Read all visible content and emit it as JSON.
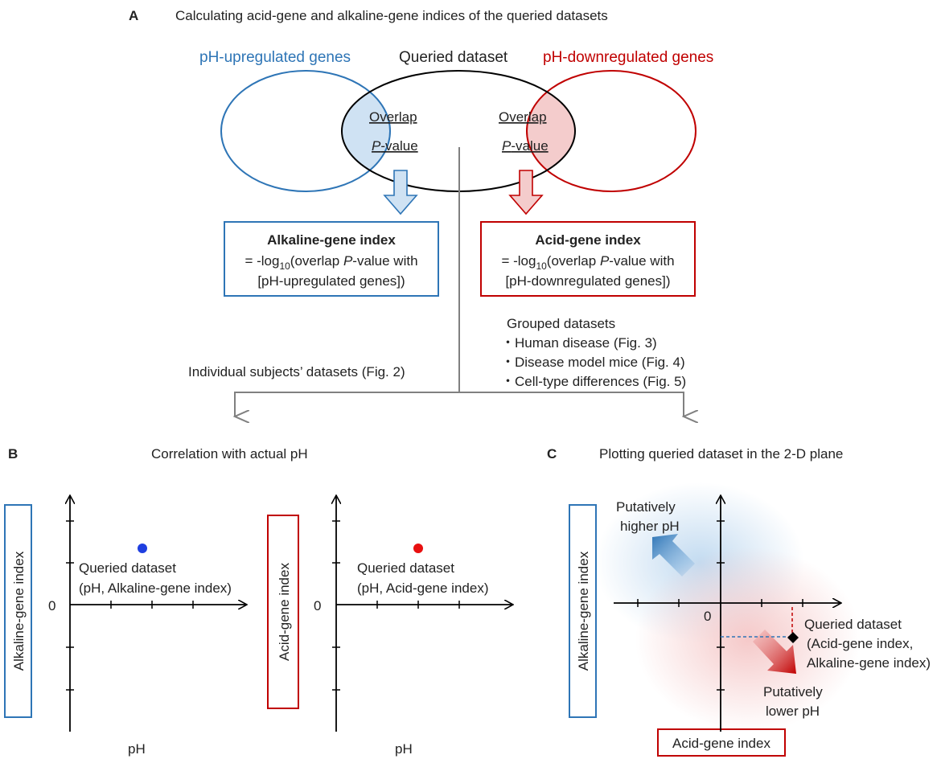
{
  "panel_a": {
    "letter": "A",
    "title": "Calculating acid-gene and alkaline-gene indices of the queried datasets",
    "left_set_label": "pH-upregulated genes",
    "center_set_label": "Queried  dataset",
    "right_set_label": "pH-downregulated genes",
    "overlap_line1": "Overlap",
    "overlap_line2_italic": "P",
    "overlap_line2_rest": "-value",
    "alkaline_box": {
      "title": "Alkaline-gene index",
      "eq_prefix": "= -log",
      "eq_sub": "10",
      "eq_mid": "(overlap ",
      "eq_italic": "P",
      "eq_suffix": "-value with",
      "line3": "[pH-upregulated genes])"
    },
    "acid_box": {
      "title": "Acid-gene index",
      "eq_prefix": "= -log",
      "eq_sub": "10",
      "eq_mid": "(overlap ",
      "eq_italic": "P",
      "eq_suffix": "-value with",
      "line3": "[pH-downregulated genes])"
    },
    "grouped_title": "Grouped datasets",
    "grouped_items": [
      "・Human disease (Fig. 3)",
      "・Disease model mice (Fig. 4)",
      "・Cell-type differences (Fig. 5)"
    ],
    "individual_label": "Individual subjects’ datasets (Fig. 2)"
  },
  "panel_b": {
    "letter": "B",
    "title": "Correlation with actual pH",
    "left_plot": {
      "ylabel": "Alkaline-gene index",
      "xlabel": "pH",
      "zero_label": "0",
      "point_label_1": "Queried dataset",
      "point_label_2": "(pH, Alkaline-gene index)",
      "point_color": "#1f3fe0"
    },
    "right_plot": {
      "ylabel": "Acid-gene index",
      "xlabel": "pH",
      "zero_label": "0",
      "point_label_1": "Queried dataset",
      "point_label_2": "(pH, Acid-gene index)",
      "point_color": "#e81010"
    }
  },
  "panel_c": {
    "letter": "C",
    "title": "Plotting queried dataset in the 2-D plane",
    "ylabel": "Alkaline-gene index",
    "xlabel": "Acid-gene index",
    "zero_label": "0",
    "higher_1": "Putatively",
    "higher_2": "higher pH",
    "lower_1": "Putatively",
    "lower_2": "lower pH",
    "point_label_1": "Queried dataset",
    "point_label_2": "(Acid-gene index,",
    "point_label_3": "Alkaline-gene index)"
  },
  "colors": {
    "blue": "#2e75b6",
    "red": "#c00000",
    "gray": "#808080",
    "black": "#000000"
  }
}
